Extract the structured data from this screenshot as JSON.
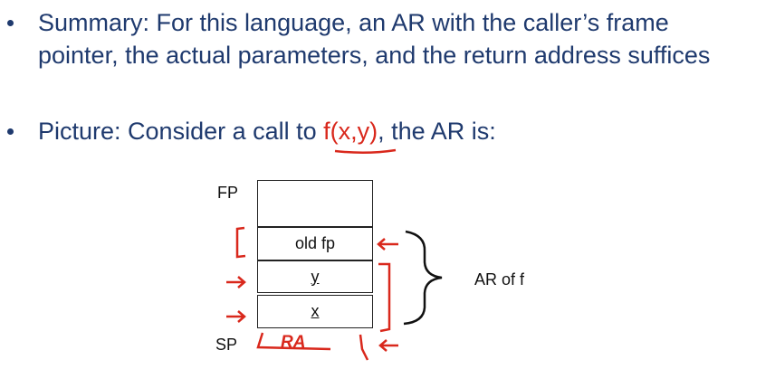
{
  "bullets": [
    {
      "line1": "Summary: For this language, an AR with the caller’s frame",
      "line2": "pointer, the actual parameters, and the return address suffices"
    },
    {
      "prefix": "Picture: Consider a call to ",
      "call": "f(x,y)",
      "suffix": ", the AR is:"
    }
  ],
  "diagram": {
    "fp_label": "FP",
    "sp_label": "SP",
    "cells": [
      "",
      "old fp",
      "y",
      "x"
    ],
    "ra_label": "RA",
    "brace_label": "AR of f"
  },
  "colors": {
    "text": "#1f3a6e",
    "annotation": "#d9281c"
  }
}
